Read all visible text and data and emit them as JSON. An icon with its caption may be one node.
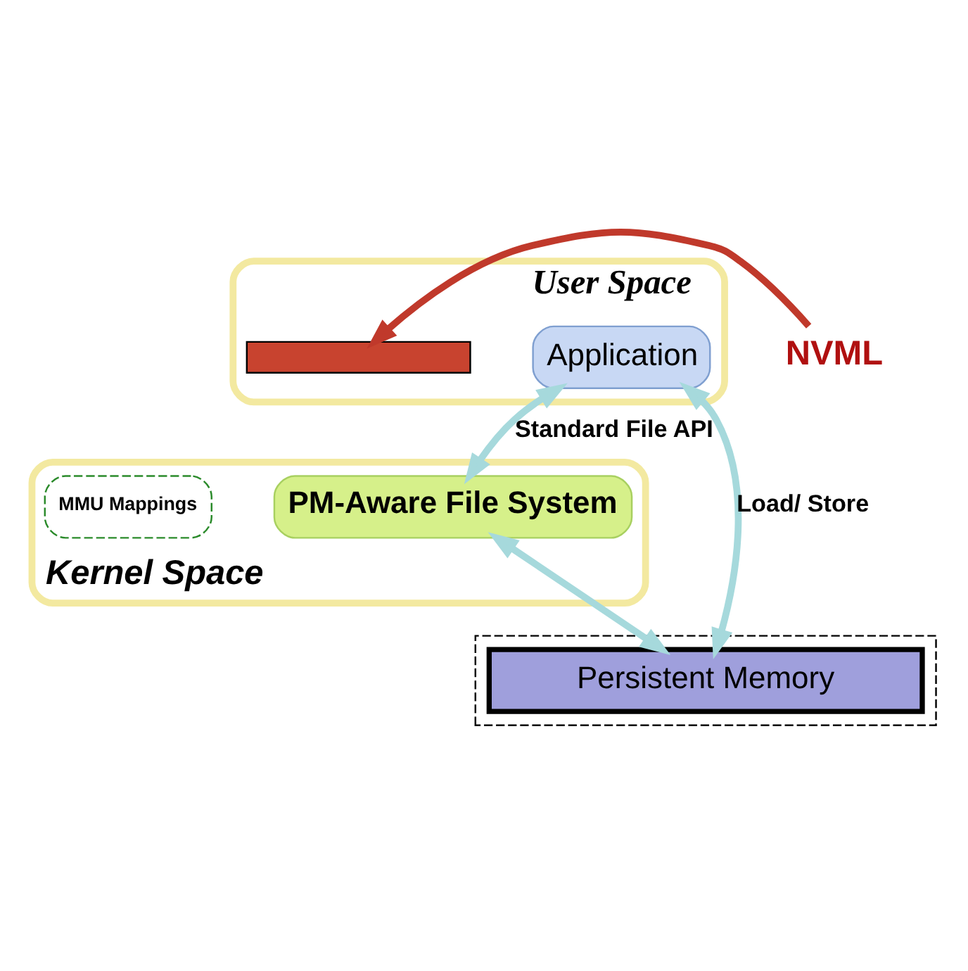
{
  "diagram": {
    "nodes": [
      {
        "text": [
          "User Space"
        ]
      },
      {
        "text": [
          "Application"
        ],
        "in": 0
      },
      {
        "text": [],
        "shape": "bar",
        "in": 0
      },
      {
        "text": [
          "NVML"
        ]
      },
      {
        "text": [
          "Kernel Space"
        ]
      },
      {
        "text": [
          "PM-Aware File System"
        ],
        "in": 4
      },
      {
        "text": [
          "MMU Mappings"
        ],
        "in": 4
      },
      {
        "text": [],
        "shape": "box"
      },
      {
        "text": [
          "Persistent Memory"
        ],
        "in": 7
      }
    ],
    "edges": [
      {
        "from": 1,
        "to": 5,
        "arrow": "both",
        "label": "Standard File API"
      },
      {
        "from": 1,
        "to": 8,
        "arrow": "both",
        "label": "Load/ Store"
      },
      {
        "from": 3,
        "to": 2,
        "arrow": "to",
        "color": "#c0392b"
      },
      {
        "from": 5,
        "to": 8,
        "arrow": "both"
      }
    ]
  }
}
